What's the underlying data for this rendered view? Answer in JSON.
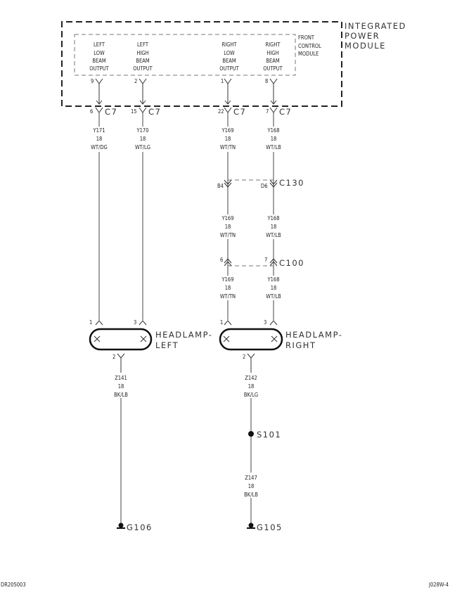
{
  "ipm": {
    "line1": "INTEGRATED",
    "line2": "POWER",
    "line3": "MODULE"
  },
  "fcm": {
    "line1": "FRONT",
    "line2": "CONTROL",
    "line3": "MODULE"
  },
  "outputs": [
    {
      "l1": "LEFT",
      "l2": "LOW",
      "l3": "BEAM",
      "l4": "OUTPUT",
      "pin": "9"
    },
    {
      "l1": "LEFT",
      "l2": "HIGH",
      "l3": "BEAM",
      "l4": "OUTPUT",
      "pin": "2"
    },
    {
      "l1": "RIGHT",
      "l2": "LOW",
      "l3": "BEAM",
      "l4": "OUTPUT",
      "pin": "1"
    },
    {
      "l1": "RIGHT",
      "l2": "HIGH",
      "l3": "BEAM",
      "l4": "OUTPUT",
      "pin": "8"
    }
  ],
  "c7": {
    "name": "C7",
    "pins": [
      "6",
      "15",
      "22",
      "7"
    ]
  },
  "wires_top": [
    {
      "circuit": "Y171",
      "gauge": "18",
      "color": "WT/DG"
    },
    {
      "circuit": "Y170",
      "gauge": "18",
      "color": "WT/LG"
    },
    {
      "circuit": "Y169",
      "gauge": "18",
      "color": "WT/TN"
    },
    {
      "circuit": "Y168",
      "gauge": "18",
      "color": "WT/LB"
    }
  ],
  "c130": {
    "name": "C130",
    "pins": [
      "B4",
      "D6"
    ]
  },
  "wires_mid": [
    {
      "circuit": "Y169",
      "gauge": "18",
      "color": "WT/TN"
    },
    {
      "circuit": "Y168",
      "gauge": "18",
      "color": "WT/LB"
    }
  ],
  "c100": {
    "name": "C100",
    "pins": [
      "6",
      "7"
    ]
  },
  "wires_low": [
    {
      "circuit": "Y169",
      "gauge": "18",
      "color": "WT/TN"
    },
    {
      "circuit": "Y168",
      "gauge": "18",
      "color": "WT/LB"
    }
  ],
  "headlamp_left": {
    "line1": "HEADLAMP-",
    "line2": "LEFT",
    "pin_a": "1",
    "pin_b": "3",
    "pin_gnd": "2"
  },
  "headlamp_right": {
    "line1": "HEADLAMP-",
    "line2": "RIGHT",
    "pin_a": "1",
    "pin_b": "3",
    "pin_gnd": "2"
  },
  "ground_wires": [
    {
      "circuit": "Z141",
      "gauge": "18",
      "color": "BK/LB"
    },
    {
      "circuit": "Z142",
      "gauge": "18",
      "color": "BK/LG"
    },
    {
      "circuit": "Z147",
      "gauge": "18",
      "color": "BK/LB"
    }
  ],
  "splice": "S101",
  "grounds": [
    "G106",
    "G105"
  ],
  "footer": {
    "left": "DR205003",
    "right": "J028W-4"
  }
}
